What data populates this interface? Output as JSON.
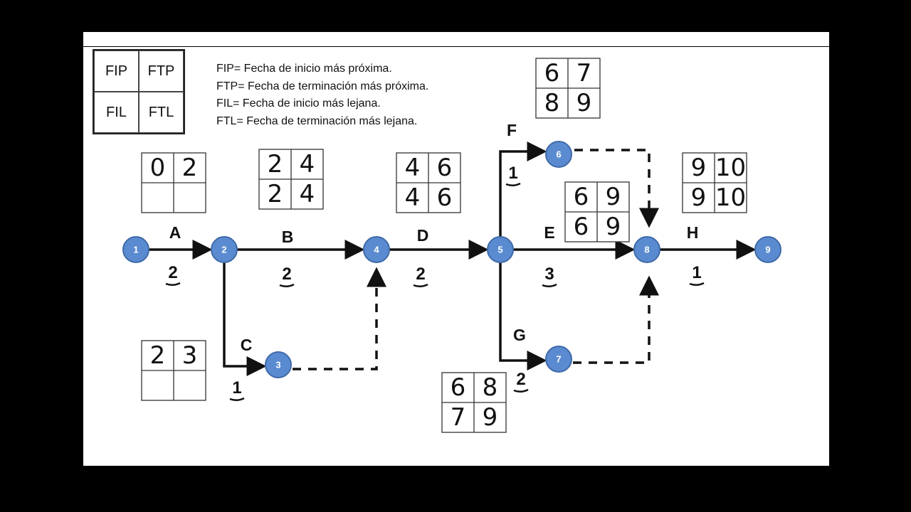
{
  "legend": {
    "cells": [
      "FIP",
      "FTP",
      "FIL",
      "FTL"
    ],
    "definitions": [
      "FIP= Fecha de inicio más próxima.",
      "FTP= Fecha de terminación más próxima.",
      "FIL= Fecha de inicio más lejana.",
      "FTL= Fecha de terminación más lejana."
    ]
  },
  "colors": {
    "node": "#5a8bd0",
    "node_stroke": "#3f6aa8",
    "arrow": "#111111"
  },
  "nodes": [
    {
      "id": "1",
      "label": "1"
    },
    {
      "id": "2",
      "label": "2"
    },
    {
      "id": "3",
      "label": "3"
    },
    {
      "id": "4",
      "label": "4"
    },
    {
      "id": "5",
      "label": "5"
    },
    {
      "id": "6",
      "label": "6"
    },
    {
      "id": "7",
      "label": "7"
    },
    {
      "id": "8",
      "label": "8"
    },
    {
      "id": "9",
      "label": "9"
    }
  ],
  "activities": [
    {
      "name": "A",
      "from": "1",
      "to": "2",
      "duration": "2",
      "times": [
        "0",
        "2",
        "",
        ""
      ]
    },
    {
      "name": "B",
      "from": "2",
      "to": "4",
      "duration": "2",
      "times": [
        "2",
        "4",
        "2",
        "4"
      ]
    },
    {
      "name": "C",
      "from": "2",
      "to": "3",
      "duration": "1",
      "times": [
        "2",
        "3",
        "",
        ""
      ]
    },
    {
      "name": "D",
      "from": "4",
      "to": "5",
      "duration": "2",
      "times": [
        "4",
        "6",
        "4",
        "6"
      ]
    },
    {
      "name": "E",
      "from": "5",
      "to": "8",
      "duration": "3",
      "times": [
        "6",
        "9",
        "6",
        "9"
      ]
    },
    {
      "name": "F",
      "from": "5",
      "to": "6",
      "duration": "1",
      "times": [
        "6",
        "7",
        "8",
        "9"
      ]
    },
    {
      "name": "G",
      "from": "5",
      "to": "7",
      "duration": "2",
      "times": [
        "6",
        "8",
        "7",
        "9"
      ]
    },
    {
      "name": "H",
      "from": "8",
      "to": "9",
      "duration": "1",
      "times": [
        "9",
        "10",
        "9",
        "10"
      ]
    }
  ],
  "dummies": [
    {
      "from": "3",
      "to": "4"
    },
    {
      "from": "6",
      "to": "8"
    },
    {
      "from": "7",
      "to": "8"
    }
  ]
}
